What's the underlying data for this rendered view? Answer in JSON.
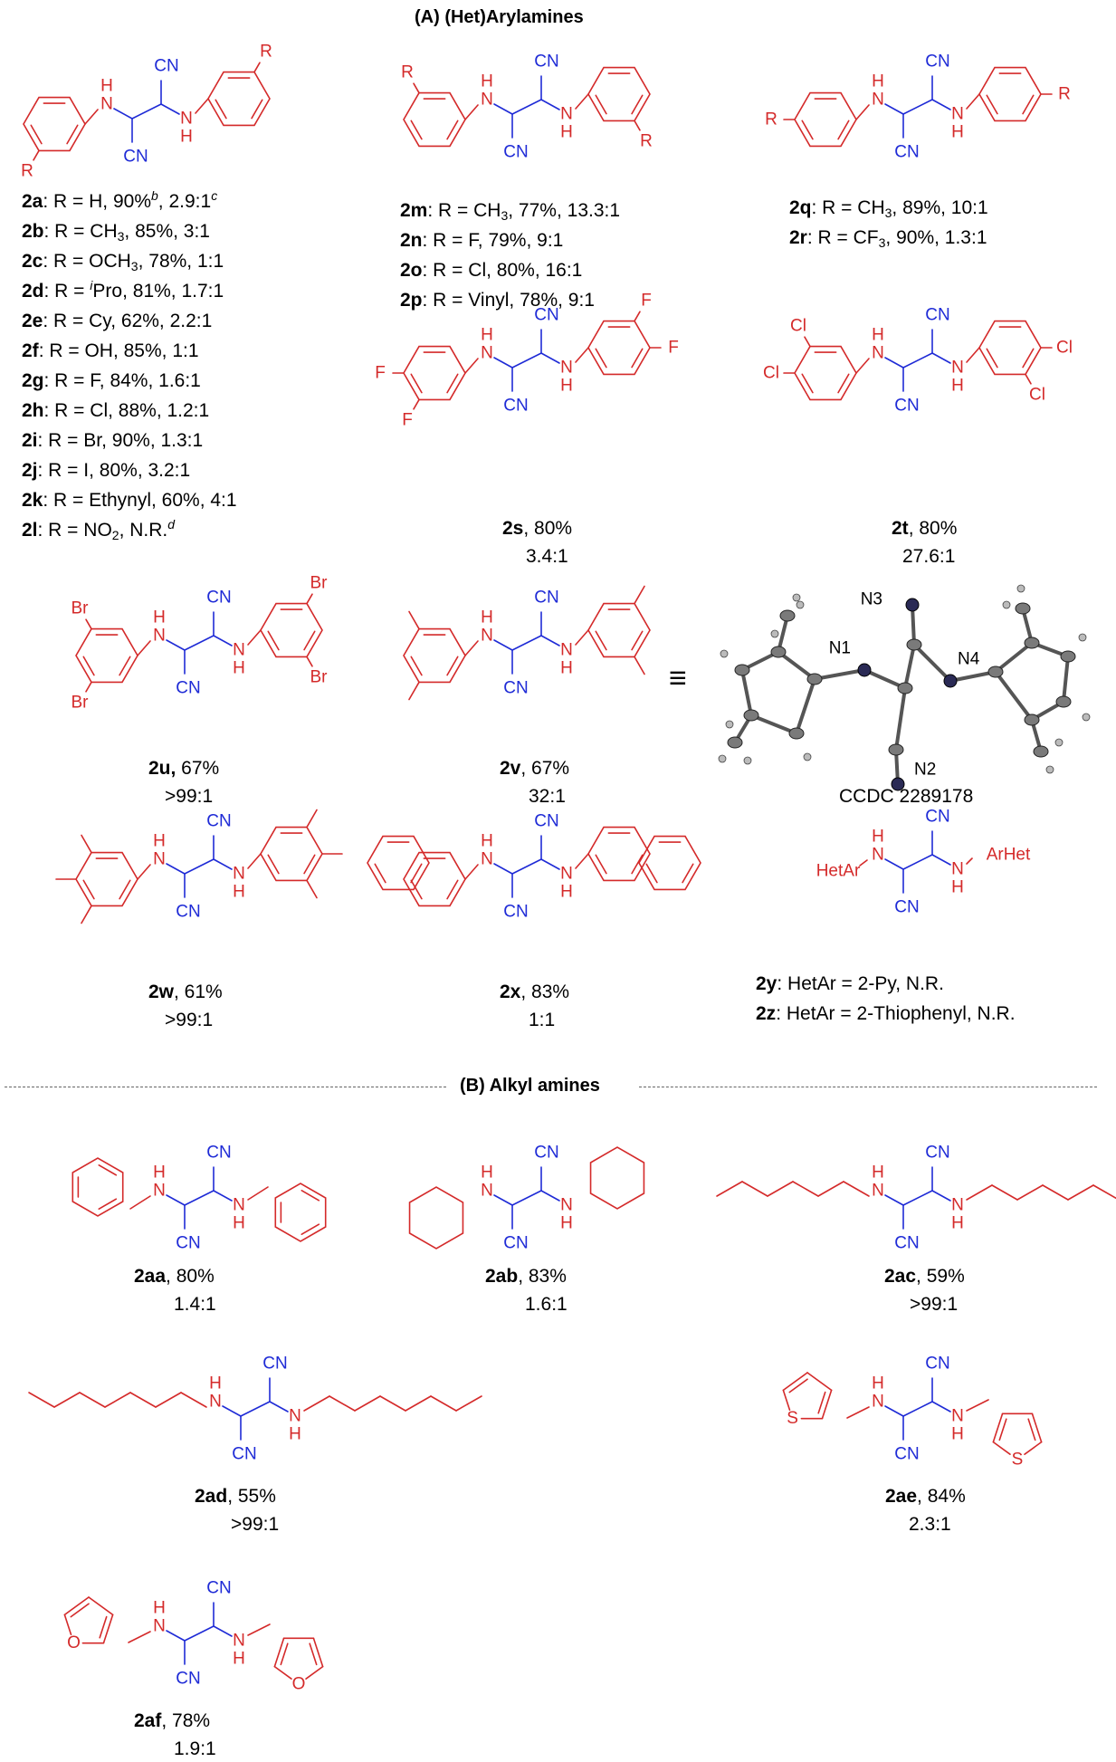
{
  "sections": {
    "a_title": "(A) (Het)Arylamines",
    "b_title": "(B) Alkyl amines"
  },
  "colors": {
    "red": "#d42a2a",
    "blue": "#1f2bd6",
    "black": "#000000",
    "divider": "#666666"
  },
  "labels": {
    "cn": "CN",
    "nh_h": "H",
    "nh_n": "N",
    "r": "R",
    "f": "F",
    "cl": "Cl",
    "br": "Br",
    "s": "S",
    "o": "O",
    "hetar": "HetAr",
    "arhet": "ArHet",
    "n1": "N1",
    "n2": "N2",
    "n3": "N3",
    "n4": "N4"
  },
  "group1": [
    {
      "id": "2a",
      "text": ": R = H, 90%",
      "sup": "b",
      "tail": ", 2.9:1",
      "sup2": "c"
    },
    {
      "id": "2b",
      "text": ": R = CH",
      "sub": "3",
      "tail": ", 85%, 3:1"
    },
    {
      "id": "2c",
      "text": ": R = OCH",
      "sub": "3",
      "tail": ", 78%, 1:1"
    },
    {
      "id": "2d",
      "text": ": R = ",
      "sup": "i",
      "tail": "Pro, 81%, 1.7:1"
    },
    {
      "id": "2e",
      "text": ": R = Cy, 62%, 2.2:1"
    },
    {
      "id": "2f",
      "text": ":  R = OH, 85%, 1:1"
    },
    {
      "id": "2g",
      "text": ": R = F, 84%, 1.6:1"
    },
    {
      "id": "2h",
      "text": ": R = Cl, 88%, 1.2:1"
    },
    {
      "id": "2i",
      "text": ":  R = Br, 90%, 1.3:1"
    },
    {
      "id": "2j",
      "text": ":  R = I, 80%, 3.2:1"
    },
    {
      "id": "2k",
      "text": ": R = Ethynyl, 60%, 4:1"
    },
    {
      "id": "2l",
      "text": ":  R = NO",
      "sub": "2",
      "tail": ", N.R.",
      "sup2": "d"
    }
  ],
  "group2": [
    {
      "id": "2m",
      "text": ": R = CH",
      "sub": "3",
      "tail": ", 77%, 13.3:1"
    },
    {
      "id": "2n",
      "text": ":  R = F, 79%, 9:1"
    },
    {
      "id": "2o",
      "text": ":  R = Cl, 80%, 16:1"
    },
    {
      "id": "2p",
      "text": ":  R = Vinyl, 78%, 9:1"
    }
  ],
  "group3": [
    {
      "id": "2q",
      "text": ": R = CH",
      "sub": "3",
      "tail": ", 89%, 10:1"
    },
    {
      "id": "2r",
      "text": ":  R = CF",
      "sub": "3",
      "tail": ", 90%, 1.3:1"
    }
  ],
  "compounds": {
    "c2s": {
      "id": "2s",
      "yield": ", 80%",
      "ratio": "3.4:1"
    },
    "c2t": {
      "id": "2t",
      "yield": ", 80%",
      "ratio": "27.6:1"
    },
    "c2u": {
      "id": "2u,",
      "yield": " 67%",
      "ratio": ">99:1"
    },
    "c2v": {
      "id": "2v",
      "yield": ", 67%",
      "ratio": "32:1"
    },
    "c2w": {
      "id": "2w",
      "yield": ", 61%",
      "ratio": ">99:1"
    },
    "c2x": {
      "id": "2x",
      "yield": ", 83%",
      "ratio": "1:1"
    },
    "c2aa": {
      "id": "2aa",
      "yield": ", 80%",
      "ratio": "1.4:1"
    },
    "c2ab": {
      "id": "2ab",
      "yield": ", 83%",
      "ratio": "1.6:1"
    },
    "c2ac": {
      "id": "2ac",
      "yield": ", 59%",
      "ratio": ">99:1"
    },
    "c2ad": {
      "id": "2ad",
      "yield": ", 55%",
      "ratio": ">99:1"
    },
    "c2ae": {
      "id": "2ae",
      "yield": ", 84%",
      "ratio": "2.3:1"
    },
    "c2af": {
      "id": "2af",
      "yield": ", 78%",
      "ratio": "1.9:1"
    }
  },
  "hetaryl": [
    {
      "id": "2y",
      "text": ": HetAr = 2-Py, N.R."
    },
    {
      "id": "2z",
      "text": ": HetAr = 2-Thiophenyl, N.R."
    }
  ],
  "crystal": {
    "ccdc": "CCDC 2289178",
    "equiv": "≡"
  }
}
